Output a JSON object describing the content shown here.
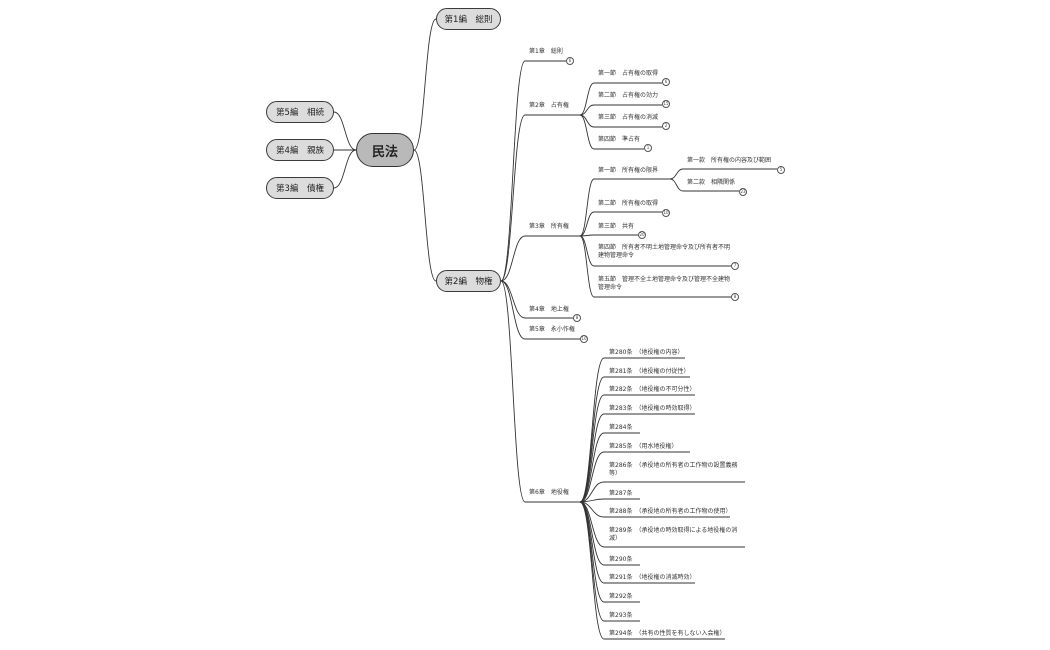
{
  "root": {
    "label": "民法"
  },
  "left_branches": [
    {
      "label": "第5編　相続"
    },
    {
      "label": "第4編　親族"
    },
    {
      "label": "第3編　債権"
    }
  ],
  "right_branches": [
    {
      "label": "第1編　総則"
    },
    {
      "label": "第2編　物権"
    }
  ],
  "chapters": [
    {
      "label": "第1章　総則",
      "count": "6"
    },
    {
      "label": "第2章　占有権"
    },
    {
      "label": "第3章　所有権"
    },
    {
      "label": "第4章　地上権",
      "count": "8"
    },
    {
      "label": "第5章　永小作権",
      "count": "10"
    },
    {
      "label": "第6章　地役権"
    }
  ],
  "possession_sections": [
    {
      "label": "第一節　占有権の取得",
      "count": "6"
    },
    {
      "label": "第二節　占有権の効力",
      "count": "15"
    },
    {
      "label": "第三節　占有権の消滅",
      "count": "2"
    },
    {
      "label": "第四節　準占有",
      "count": "1"
    }
  ],
  "ownership_sections": [
    {
      "label": "第一節　所有権の限界"
    },
    {
      "label": "第二節　所有権の取得",
      "count": "10"
    },
    {
      "label": "第三節　共有",
      "count": "20"
    },
    {
      "label": "第四節　所有者不明土地管理命令及び所有者不明建物管理命令",
      "count": "7"
    },
    {
      "label": "第五節　管理不全土地管理命令及び管理不全建物管理命令",
      "count": "8"
    }
  ],
  "limit_subsections": [
    {
      "label": "第一款　所有権の内容及び範囲",
      "count": "5"
    },
    {
      "label": "第二款　相隣関係",
      "count": "23"
    }
  ],
  "servitude_articles": [
    {
      "label": "第280条　（地役権の内容）"
    },
    {
      "label": "第281条　（地役権の付従性）"
    },
    {
      "label": "第282条　（地役権の不可分性）"
    },
    {
      "label": "第283条　（地役権の時効取得）"
    },
    {
      "label": "第284条"
    },
    {
      "label": "第285条　（用水地役権）"
    },
    {
      "label": "第286条　（承役地の所有者の工作物の設置義務等）"
    },
    {
      "label": "第287条"
    },
    {
      "label": "第288条　（承役地の所有者の工作物の使用）"
    },
    {
      "label": "第289条　（承役地の時効取得による地役権の消滅）"
    },
    {
      "label": "第290条"
    },
    {
      "label": "第291条　（地役権の消滅時効）"
    },
    {
      "label": "第292条"
    },
    {
      "label": "第293条"
    },
    {
      "label": "第294条　（共有の性質を有しない入会権）"
    }
  ],
  "colors": {
    "line": "#333333",
    "node_fill": "#dcdcdc",
    "root_fill": "#b9b9b9"
  }
}
